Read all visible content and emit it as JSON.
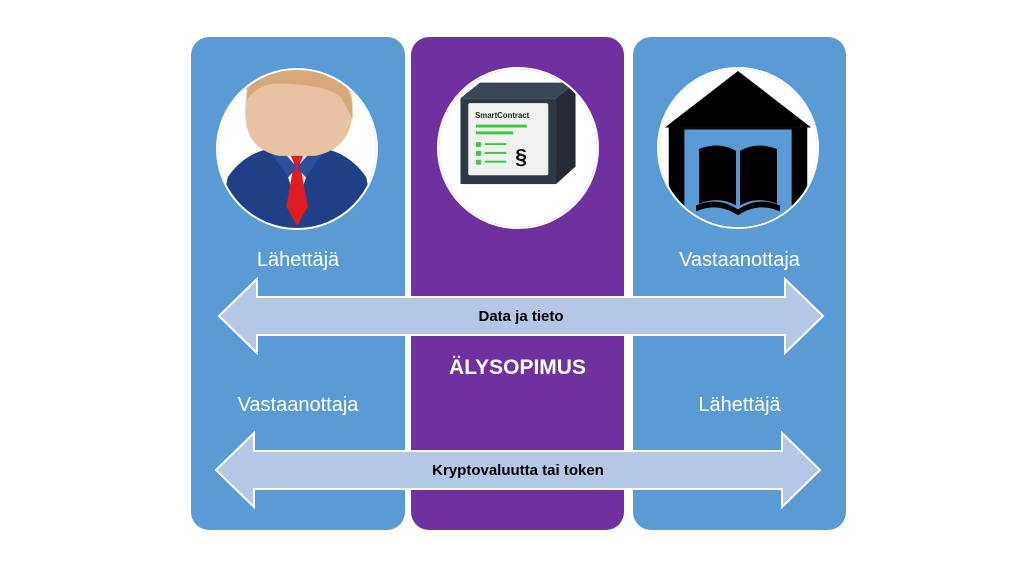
{
  "colors": {
    "side_panel": "#5b9bd5",
    "middle_panel": "#7030a0",
    "arrow_fill": "#b4c7e7",
    "arrow_stroke": "#ffffff"
  },
  "left": {
    "icon": "businessman-icon",
    "top_label": "Lähettäjä",
    "bottom_label": "Vastaanottaja"
  },
  "middle": {
    "icon": "smart-contract-icon",
    "icon_text": "SmartContract",
    "icon_symbol": "§",
    "label": "ÄLYSOPIMUS"
  },
  "right": {
    "icon": "library-icon",
    "top_label": "Vastaanottaja",
    "bottom_label": "Lähettäjä"
  },
  "arrows": {
    "top": "Data ja tieto",
    "bottom": "Kryptovaluutta tai token"
  }
}
